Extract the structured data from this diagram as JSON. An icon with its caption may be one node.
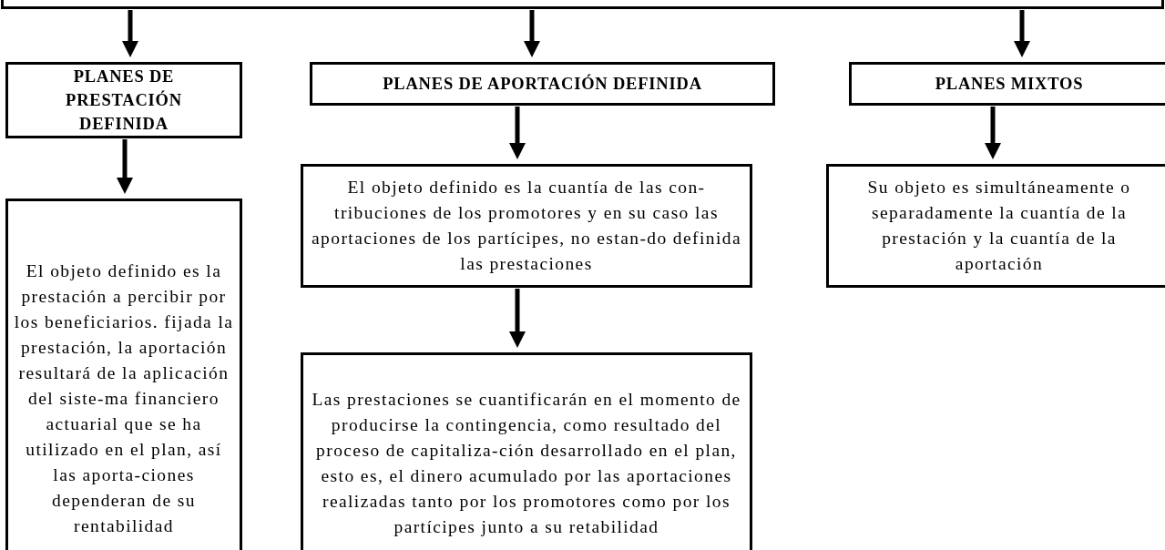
{
  "diagram": {
    "nodes": [
      {
        "text": [],
        "shape": "box"
      },
      {
        "text": [
          "PLANES DE PRESTACIÓN DEFINIDA"
        ]
      },
      {
        "text": [
          "PLANES DE APORTACIÓN DEFINIDA"
        ]
      },
      {
        "text": [
          "PLANES MIXTOS"
        ]
      },
      {
        "text": [
          "El objeto definido es la prestación a percibir por los beneficiarios. fijada la prestación, la aportación resultará de la aplicación del siste-ma financiero actuarial que se ha utilizado en el plan, así las aporta-ciones dependeran de su rentabilidad"
        ]
      },
      {
        "text": [
          "El objeto definido es la cuantía de las con-tribuciones de los promotores y en su caso las aportaciones de los partícipes, no estan-do definida las prestaciones"
        ]
      },
      {
        "text": [
          "Las prestaciones se cuantificarán en el momento de producirse la contingencia, como resultado del proceso de capitaliza-ción desarrollado en el plan, esto es, el dinero acumulado por las aportaciones realizadas tanto por los promotores como por los partícipes junto a su retabilidad"
        ]
      },
      {
        "text": [
          "Su objeto es simultáneamente o separadamente la cuantía de la prestación y la cuantía de la aportación"
        ]
      }
    ],
    "edges": [
      {
        "from": 0,
        "to": 1,
        "arrow": "to"
      },
      {
        "from": 0,
        "to": 2,
        "arrow": "to"
      },
      {
        "from": 0,
        "to": 3,
        "arrow": "to"
      },
      {
        "from": 1,
        "to": 4,
        "arrow": "to"
      },
      {
        "from": 2,
        "to": 5,
        "arrow": "to"
      },
      {
        "from": 5,
        "to": 6,
        "arrow": "to"
      },
      {
        "from": 3,
        "to": 7,
        "arrow": "to"
      }
    ]
  }
}
